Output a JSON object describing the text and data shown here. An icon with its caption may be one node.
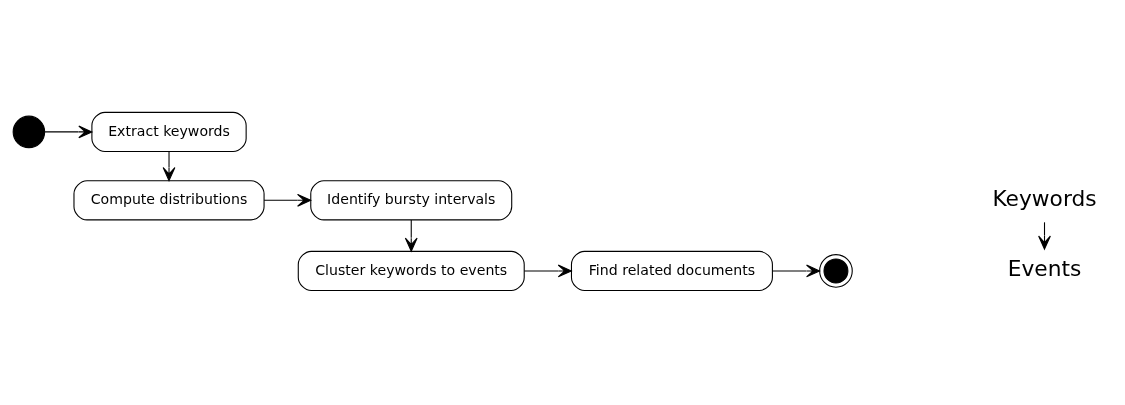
{
  "diagram": {
    "nodes": [
      {
        "text": [],
        "shape": "circle"
      },
      {
        "text": [
          "Extract keywords"
        ]
      },
      {
        "text": [
          "Compute distributions"
        ]
      },
      {
        "text": [
          "Identify bursty intervals"
        ]
      },
      {
        "text": [
          "Cluster keywords to events"
        ]
      },
      {
        "text": [
          "Find related documents"
        ]
      },
      {
        "text": [],
        "shape": "circle"
      },
      {
        "text": [
          "Keywords"
        ]
      },
      {
        "text": [
          "Events"
        ]
      }
    ],
    "edges": [
      {
        "from": 0,
        "to": 1,
        "arrow": "to"
      },
      {
        "from": 1,
        "to": 2,
        "arrow": "to"
      },
      {
        "from": 2,
        "to": 3,
        "arrow": "to"
      },
      {
        "from": 3,
        "to": 4,
        "arrow": "to"
      },
      {
        "from": 4,
        "to": 5,
        "arrow": "to"
      },
      {
        "from": 5,
        "to": 6,
        "arrow": "to"
      },
      {
        "from": 7,
        "to": 8,
        "arrow": "to"
      }
    ]
  }
}
